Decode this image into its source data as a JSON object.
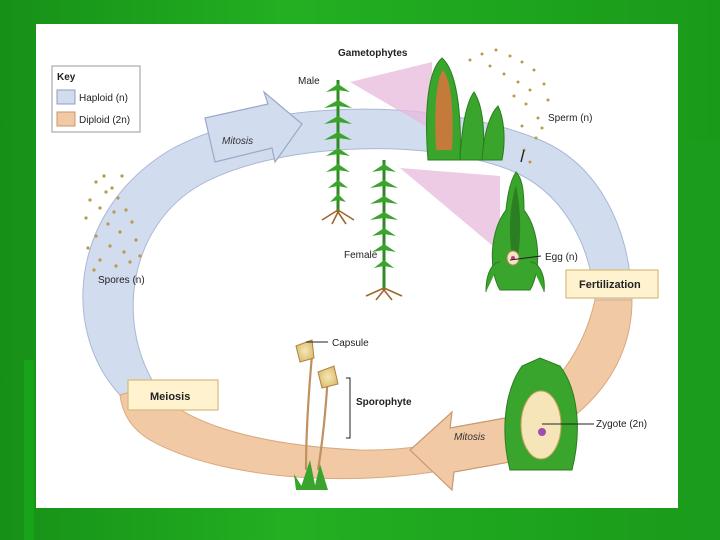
{
  "key": {
    "title": "Key",
    "items": [
      {
        "label": "Haploid (n)",
        "color": "#d2dcef"
      },
      {
        "label": "Diploid (2n)",
        "color": "#f1c9a4"
      }
    ]
  },
  "labels": {
    "gametophytes": "Gametophytes",
    "male": "Male",
    "female": "Female",
    "sperm": "Sperm (n)",
    "egg": "Egg (n)",
    "spores": "Spores (n)",
    "capsule": "Capsule",
    "sporophyte": "Sporophyte",
    "zygote": "Zygote (2n)",
    "mitosis_top": "Mitosis",
    "mitosis_bottom": "Mitosis"
  },
  "stages": {
    "fertilization": "Fertilization",
    "meiosis": "Meiosis"
  },
  "colors": {
    "haploid": "#d2dcef",
    "diploid": "#f1c9a4",
    "plant": "#3aa52c",
    "box": "#fff3cf",
    "background": "#1fa21f"
  }
}
